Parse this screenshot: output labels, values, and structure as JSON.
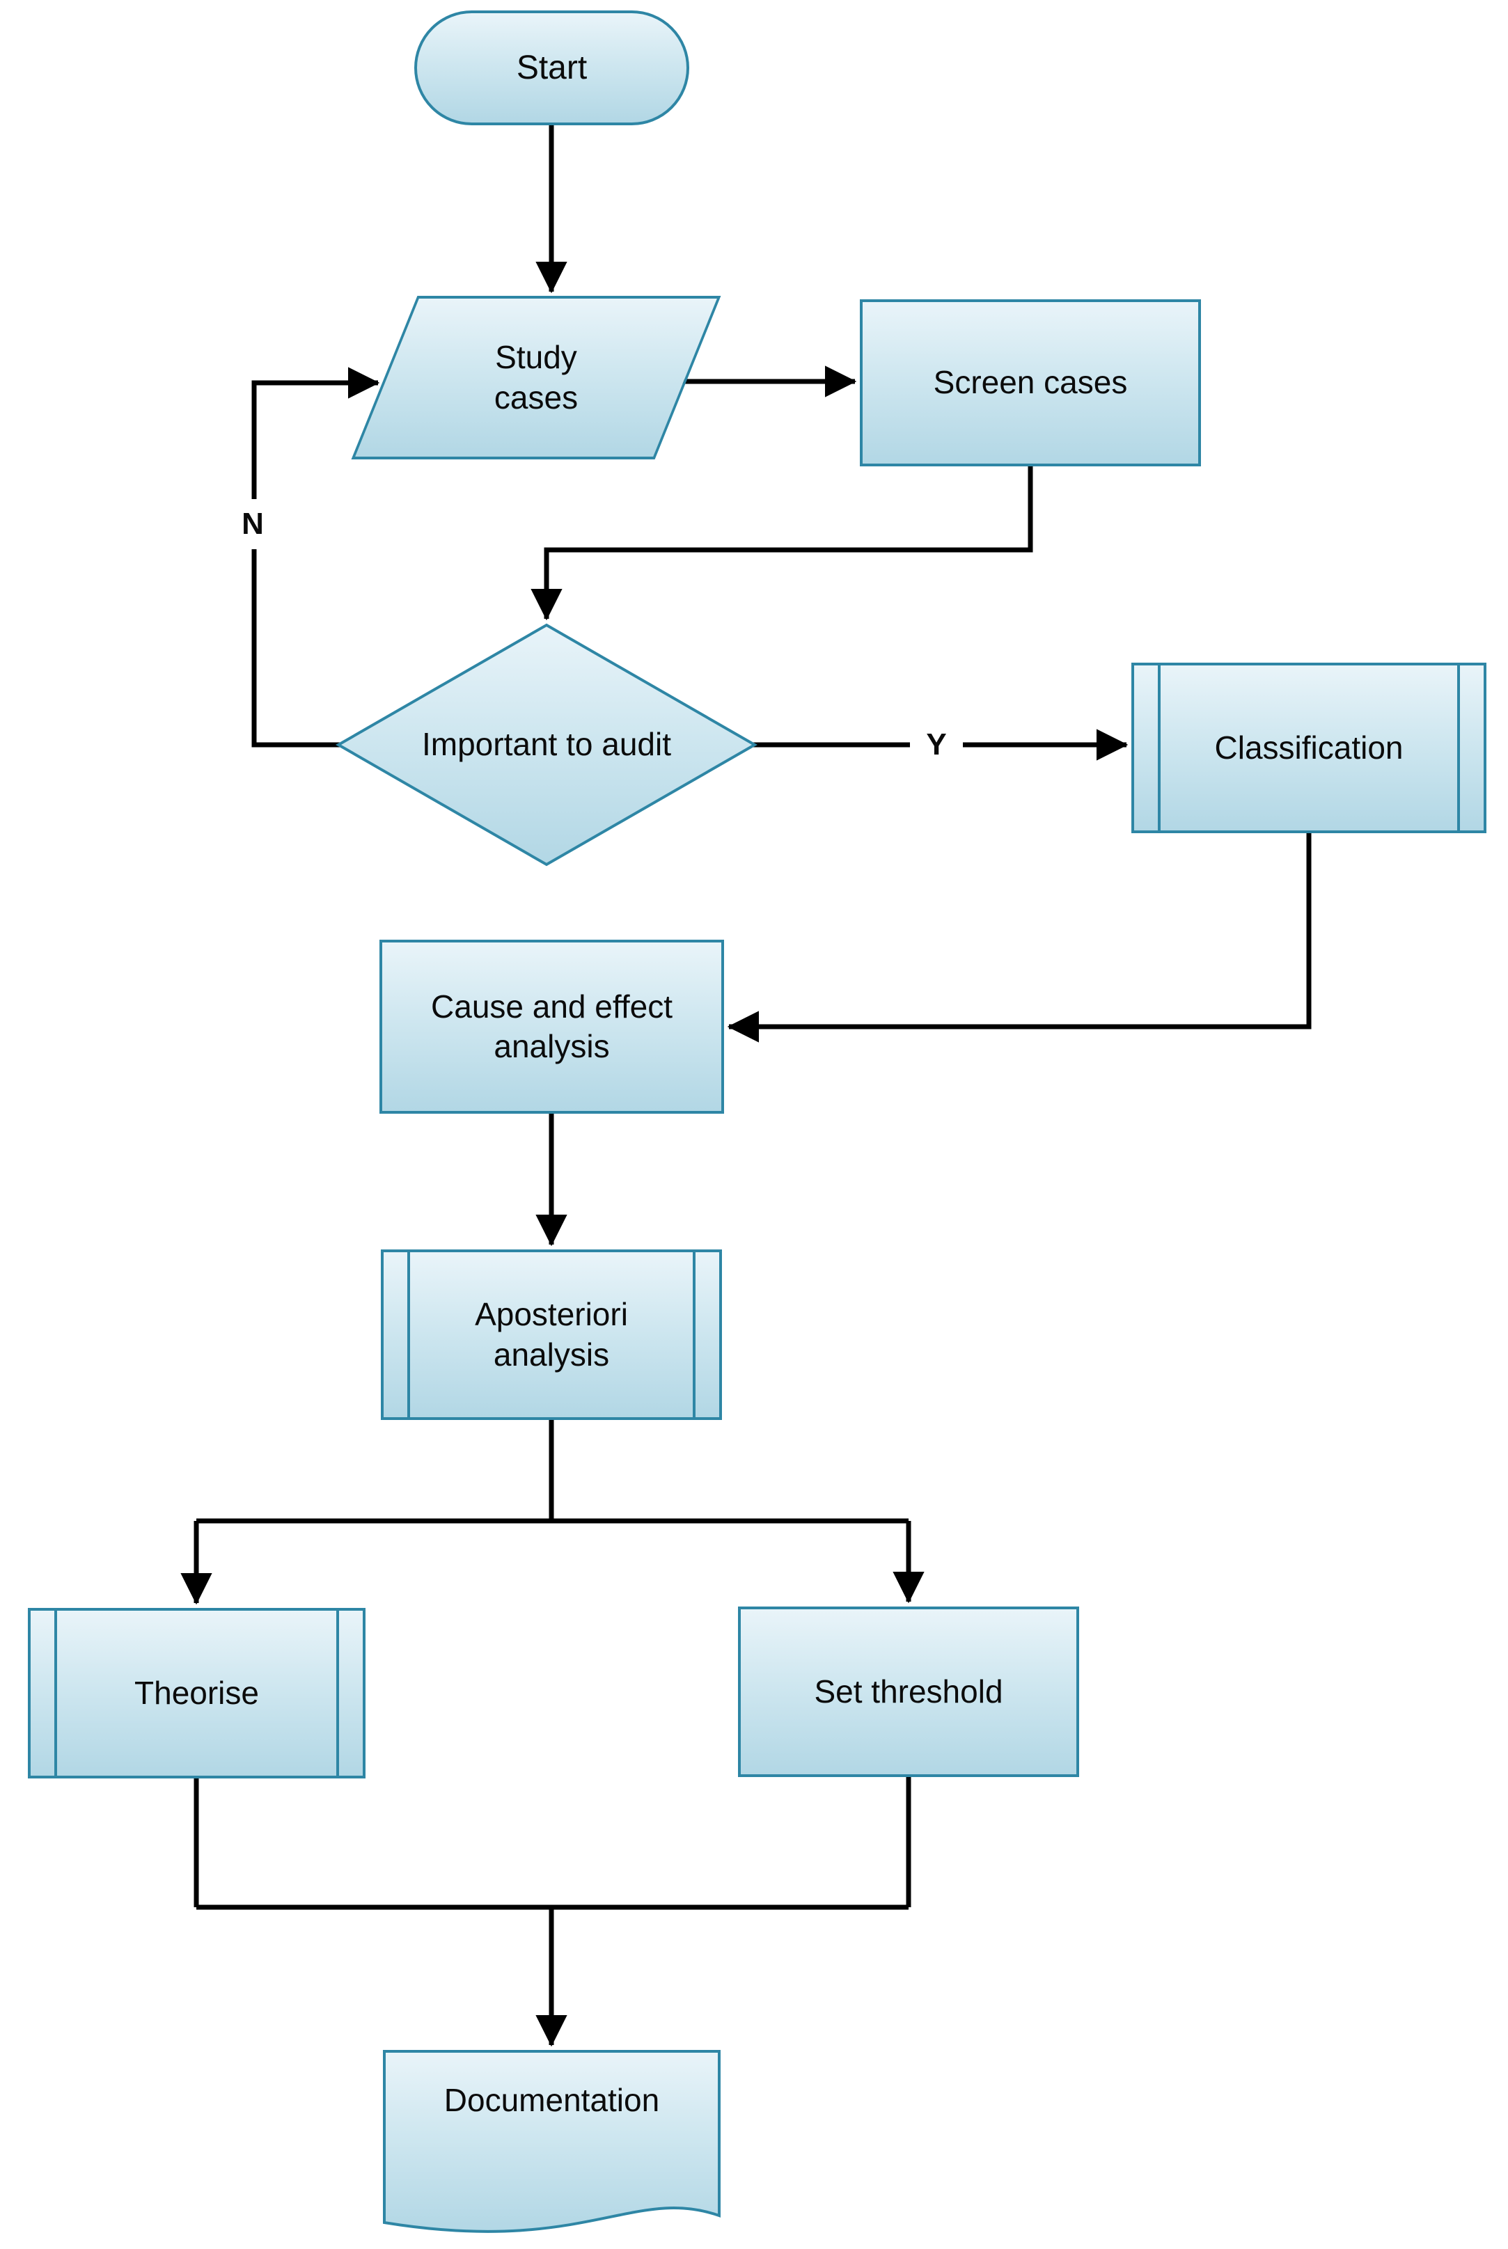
{
  "colors": {
    "shape_border": "#2e86a5",
    "shape_fill_top": "#e9f4f9",
    "shape_fill_bottom": "#b2d7e5",
    "connector": "#000000",
    "text": "#0b0b0b",
    "background": "#ffffff"
  },
  "nodes": {
    "start": {
      "label": "Start",
      "shape": "terminator"
    },
    "study_cases": {
      "label": "Study cases",
      "shape": "data-parallelogram"
    },
    "screen_cases": {
      "label": "Screen cases",
      "shape": "process"
    },
    "important_to_audit": {
      "label": "Important to audit",
      "shape": "decision"
    },
    "classification": {
      "label": "Classification",
      "shape": "predefined-process"
    },
    "cause_and_effect": {
      "label": "Cause and effect analysis",
      "shape": "process"
    },
    "aposteriori": {
      "label": "Aposteriori analysis",
      "shape": "predefined-process"
    },
    "theorise": {
      "label": "Theorise",
      "shape": "predefined-process"
    },
    "set_threshold": {
      "label": "Set threshold",
      "shape": "process"
    },
    "documentation": {
      "label": "Documentation",
      "shape": "document"
    }
  },
  "edge_labels": {
    "yes": "Y",
    "no": "N"
  },
  "edges": [
    {
      "from": "start",
      "to": "study_cases"
    },
    {
      "from": "study_cases",
      "to": "screen_cases"
    },
    {
      "from": "screen_cases",
      "to": "important_to_audit"
    },
    {
      "from": "important_to_audit",
      "to": "classification",
      "label": "Y"
    },
    {
      "from": "important_to_audit",
      "to": "study_cases",
      "label": "N"
    },
    {
      "from": "classification",
      "to": "cause_and_effect"
    },
    {
      "from": "cause_and_effect",
      "to": "aposteriori"
    },
    {
      "from": "aposteriori",
      "to": "theorise"
    },
    {
      "from": "aposteriori",
      "to": "set_threshold"
    },
    {
      "from": "theorise",
      "to": "documentation"
    },
    {
      "from": "set_threshold",
      "to": "documentation"
    }
  ]
}
